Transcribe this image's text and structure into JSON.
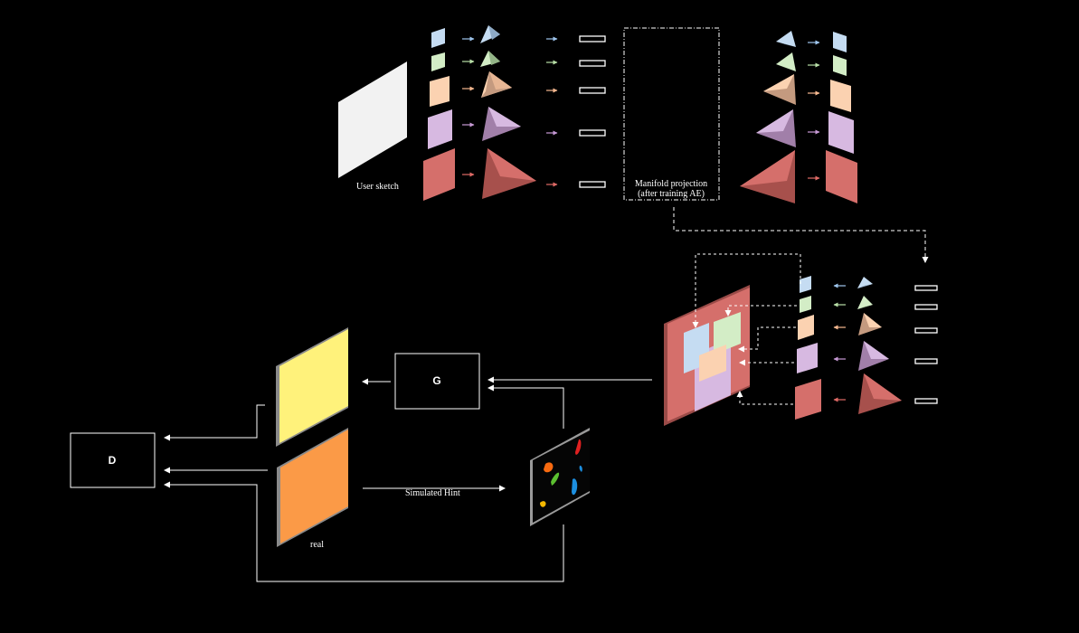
{
  "labels": {
    "user_sketch": "User sketch",
    "manifold_line1": "Manifold projection",
    "manifold_line2": "(after training AE)",
    "generator": "G",
    "discriminator": "D",
    "simulated_hint": "Simulated Hint",
    "real": "real"
  },
  "colors": {
    "background": "#000000",
    "sketch": "#f2f2f2",
    "blue": "#c5dcf2",
    "green": "#d3edc6",
    "peach": "#fbd2b1",
    "lavender": "#d7b9e1",
    "salmon": "#d56f6b",
    "fake_image": "#fff27b",
    "real_image": "#fb9a47",
    "line": "#ffffff"
  },
  "icons": {
    "feature_cube": "cube-icon",
    "feature_pyramid": "pyramid-icon",
    "latent_vector": "vector-bar-icon",
    "hint_canvas": "hint-strokes-icon"
  }
}
